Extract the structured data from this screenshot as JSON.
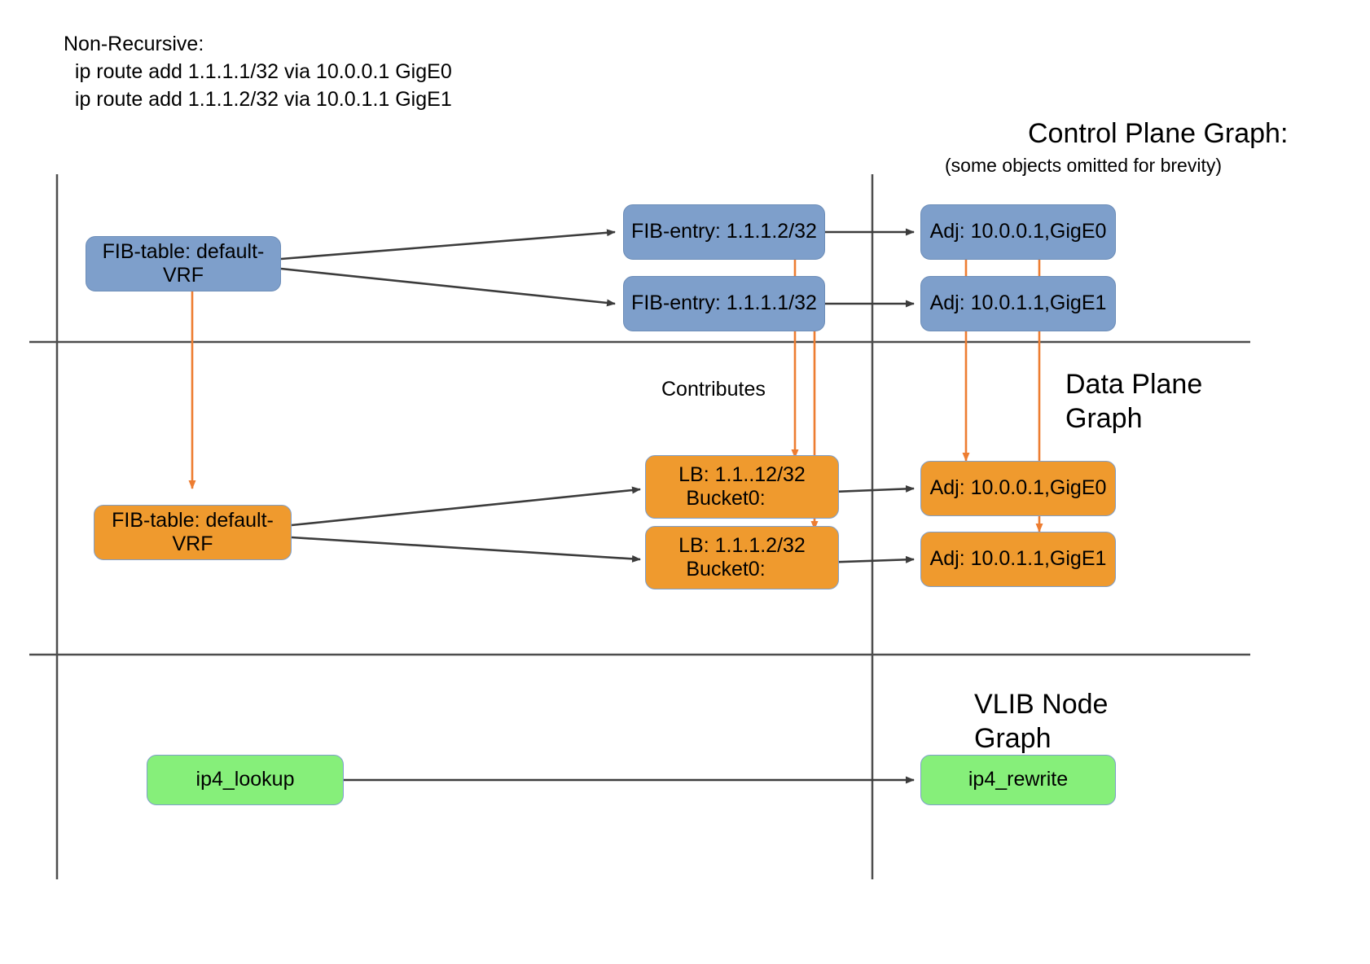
{
  "header": {
    "line1": "Non-Recursive:",
    "line2": "  ip route add 1.1.1.1/32 via 10.0.0.1 GigE0",
    "line3": "  ip route add 1.1.1.2/32 via 10.0.1.1 GigE1"
  },
  "titles": {
    "control_plane": "Control Plane Graph:",
    "control_plane_sub": "(some objects omitted for brevity)",
    "data_plane_l1": "Data Plane",
    "data_plane_l2": "Graph",
    "vlib_l1": "VLIB Node",
    "vlib_l2": "Graph"
  },
  "labels": {
    "contributes": "Contributes"
  },
  "control_plane": {
    "fib_table": "FIB-table: default-VRF",
    "fib_entry_upper": "FIB-entry: 1.1.1.2/32",
    "fib_entry_lower": "FIB-entry: 1.1.1.1/32",
    "adj_upper": "Adj: 10.0.0.1,GigE0",
    "adj_lower": "Adj: 10.0.1.1,GigE1"
  },
  "data_plane": {
    "fib_table": "FIB-table: default-VRF",
    "lb_upper_l1": "LB: 1.1..12/32",
    "lb_upper_l2": "Bucket0:",
    "lb_lower_l1": "LB: 1.1.1.2/32",
    "lb_lower_l2": "Bucket0:",
    "adj_upper": "Adj: 10.0.0.1,GigE0",
    "adj_lower": "Adj: 10.0.1.1,GigE1"
  },
  "vlib": {
    "lookup_node": "ip4_lookup",
    "rewrite_node": "ip4_rewrite"
  },
  "colors": {
    "control_plane_fill": "#7e9fcb",
    "data_plane_fill": "#ef9a2e",
    "vlib_fill": "#86ef7a",
    "node_stroke": "#7e9fcb",
    "edge": "#3c3c3c",
    "contributes_edge": "#ed7d31",
    "divider": "#4d4d4d"
  }
}
